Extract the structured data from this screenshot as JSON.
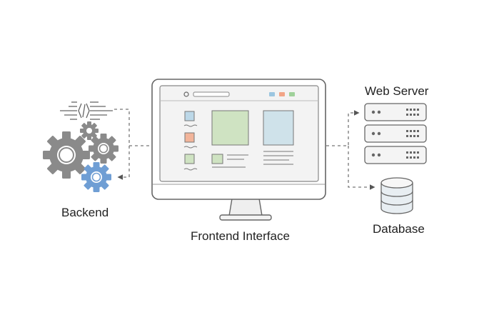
{
  "labels": {
    "backend": "Backend",
    "frontend": "Frontend Interface",
    "web_server": "Web Server",
    "database": "Database"
  },
  "icons": {
    "backend": [
      "code-icon",
      "gear-icon"
    ],
    "frontend": "monitor-icon",
    "web_server": "server-rack-icon",
    "database": "database-icon"
  },
  "colors": {
    "outline": "#666666",
    "gear": "#8a8a8a",
    "gear_accent": "#6f9ed4",
    "screen_bg": "#f3f3f3",
    "block_green": "#cfe3c2",
    "block_blue": "#cfe2ea",
    "swatch_blue": "#bcd8e8",
    "swatch_orange": "#f2b49a",
    "swatch_green": "#cfe3c2",
    "dot_blue": "#9cc6e0",
    "dot_orange": "#f2a587",
    "dot_green": "#9fd19a"
  }
}
